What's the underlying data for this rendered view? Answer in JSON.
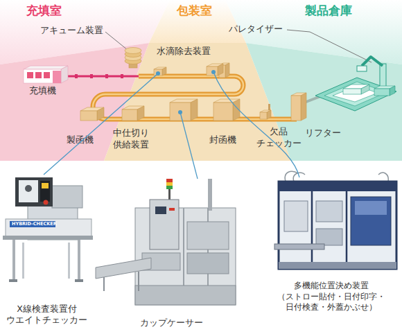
{
  "diagram": {
    "nodes": [
      {
        "text": [
          "充填室"
        ]
      },
      {
        "text": [
          "包装室"
        ]
      },
      {
        "text": [
          "製品倉庫"
        ]
      },
      {
        "text": [
          "充填機"
        ],
        "in": 0
      },
      {
        "text": [
          "アキューム装置"
        ],
        "in": 1
      },
      {
        "text": [
          "水滴除去装置"
        ],
        "in": 1
      },
      {
        "text": [
          "製函機"
        ],
        "in": 1
      },
      {
        "text": [
          "中仕切り 供給装置"
        ],
        "in": 1
      },
      {
        "text": [
          "封函機"
        ],
        "in": 1
      },
      {
        "text": [
          "欠品 チェッカー"
        ],
        "in": 1
      },
      {
        "text": [
          "リフター"
        ],
        "in": 1
      },
      {
        "text": [
          "パレタイザー"
        ],
        "in": 2
      },
      {
        "text": [
          "X線検査装置付 ウエイトチェッカー"
        ]
      },
      {
        "text": [
          "カップケーサー"
        ]
      },
      {
        "text": [
          "多機能位置決め装置 （ストロー貼付・日付印字・ 日付検査・外蓋かぶせ）"
        ]
      }
    ],
    "labels": [
      "HYBRID-CHECKER"
    ]
  }
}
